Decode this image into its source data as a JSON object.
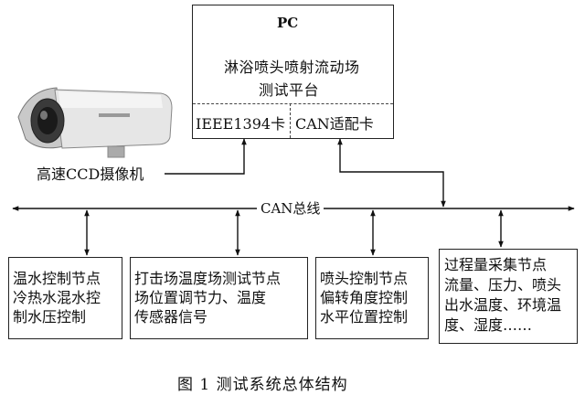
{
  "pc": {
    "title": "PC",
    "line1": "淋浴喷头喷射流动场",
    "line2": "测试平台",
    "port_left": "IEEE1394卡",
    "port_right": "CAN适配卡"
  },
  "camera": {
    "label": "高速CCD摄像机"
  },
  "bus": {
    "label": "CAN总线"
  },
  "nodes": [
    {
      "lines": [
        "温水控制节点",
        "冷热水混水控",
        "制水压控制"
      ]
    },
    {
      "lines": [
        "打击场温度场测试节点",
        "场位置调节力、温度",
        "传感器信号"
      ]
    },
    {
      "lines": [
        "喷头控制节点",
        "偏转角度控制",
        "水平位置控制"
      ]
    },
    {
      "lines": [
        "过程量采集节点",
        "流量、压力、喷头",
        "出水温度、环境温",
        "度、湿度……"
      ]
    }
  ],
  "caption": "图 1    测试系统总体结构"
}
